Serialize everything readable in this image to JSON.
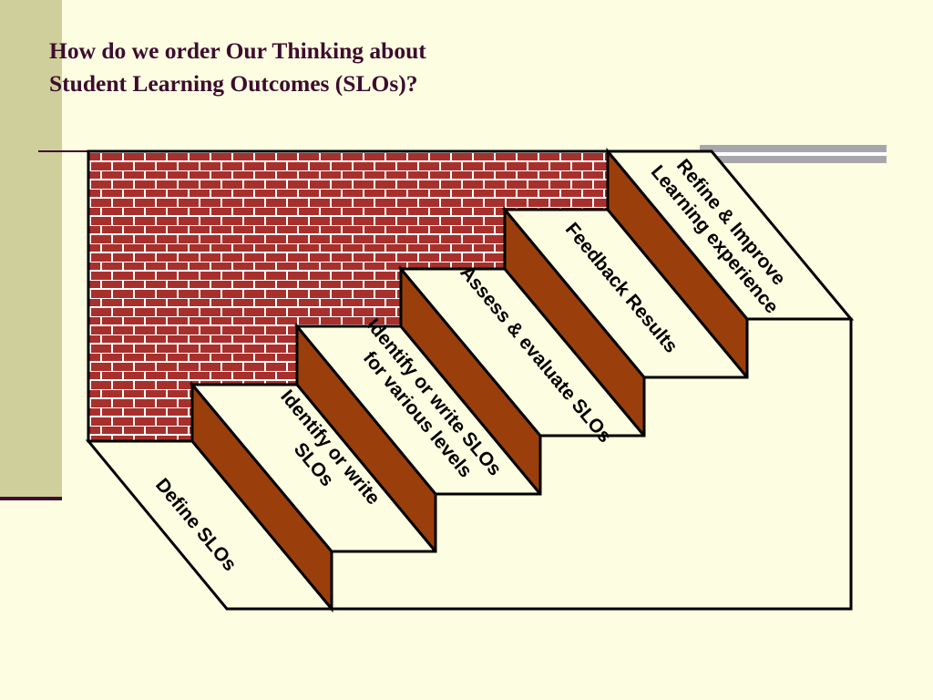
{
  "slide": {
    "title_line1": "How do we order Our Thinking about",
    "title_line2": "Student Learning Outcomes (SLOs)?"
  },
  "steps": [
    {
      "lines": [
        "Define SLOs"
      ]
    },
    {
      "lines": [
        "Identify or write",
        "SLOs"
      ]
    },
    {
      "lines": [
        "Identify or write SLOs",
        "for various levels"
      ]
    },
    {
      "lines": [
        "Assess & evaluate SLOs"
      ]
    },
    {
      "lines": [
        "Feedback Results"
      ]
    },
    {
      "lines": [
        "Refine & Improve",
        "Learning experience"
      ]
    }
  ],
  "colors": {
    "background": "#fdfde1",
    "brick": "#a8302c",
    "mortar": "#ffffff",
    "riser": "#9a3f0c",
    "title": "#3d0c2e",
    "side_band": "#cfcf9c"
  }
}
